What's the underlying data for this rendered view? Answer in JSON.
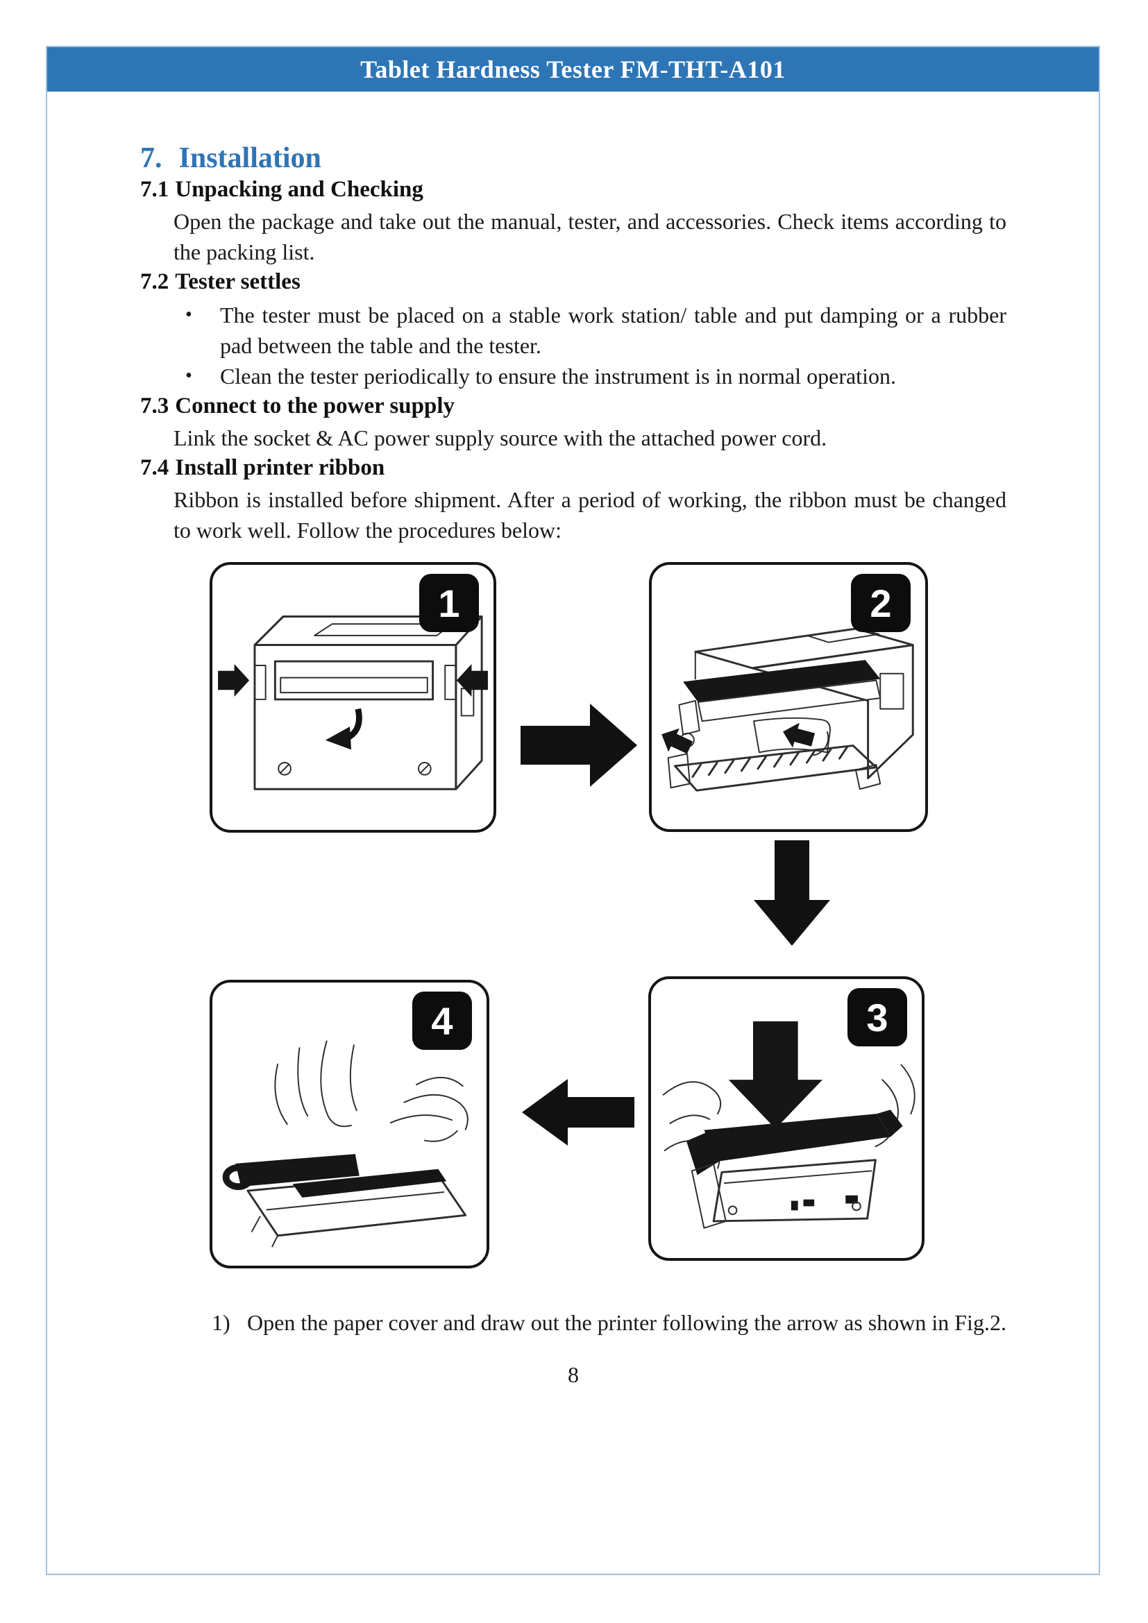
{
  "header": {
    "title": "Tablet Hardness Tester FM-THT-A101"
  },
  "section": {
    "number": "7.",
    "title": "Installation"
  },
  "subsections": [
    {
      "number": "7.1",
      "title": "Unpacking and Checking",
      "body": "Open the package and take out the manual, tester, and accessories. Check items according to the packing list."
    },
    {
      "number": "7.2",
      "title": "Tester settles",
      "bullets": [
        "The tester must be placed on a stable work station/ table and put damping or a rubber pad between the table and the tester.",
        "Clean the tester periodically to ensure the instrument is in normal operation."
      ]
    },
    {
      "number": "7.3",
      "title": "Connect to the power supply",
      "body": "Link the socket & AC power supply source with the attached power cord."
    },
    {
      "number": "7.4",
      "title": "Install printer ribbon",
      "body": "Ribbon is installed before shipment. After a period of working, the ribbon must be changed to work well. Follow the procedures below:"
    }
  ],
  "list_style": {
    "bullet_char": "•"
  },
  "figure": {
    "step_labels": [
      "1",
      "2",
      "3",
      "4"
    ]
  },
  "list_items": [
    {
      "marker": "1)",
      "text": "Open the paper cover and draw out the printer following the arrow as shown in Fig.2."
    }
  ],
  "page_number": "8",
  "colors": {
    "header_bar_blue": "#2e75b6",
    "heading_blue": "#2e75b6",
    "page_border_blue": "#9dc3e6",
    "badge_black": "#0d0d0d"
  }
}
